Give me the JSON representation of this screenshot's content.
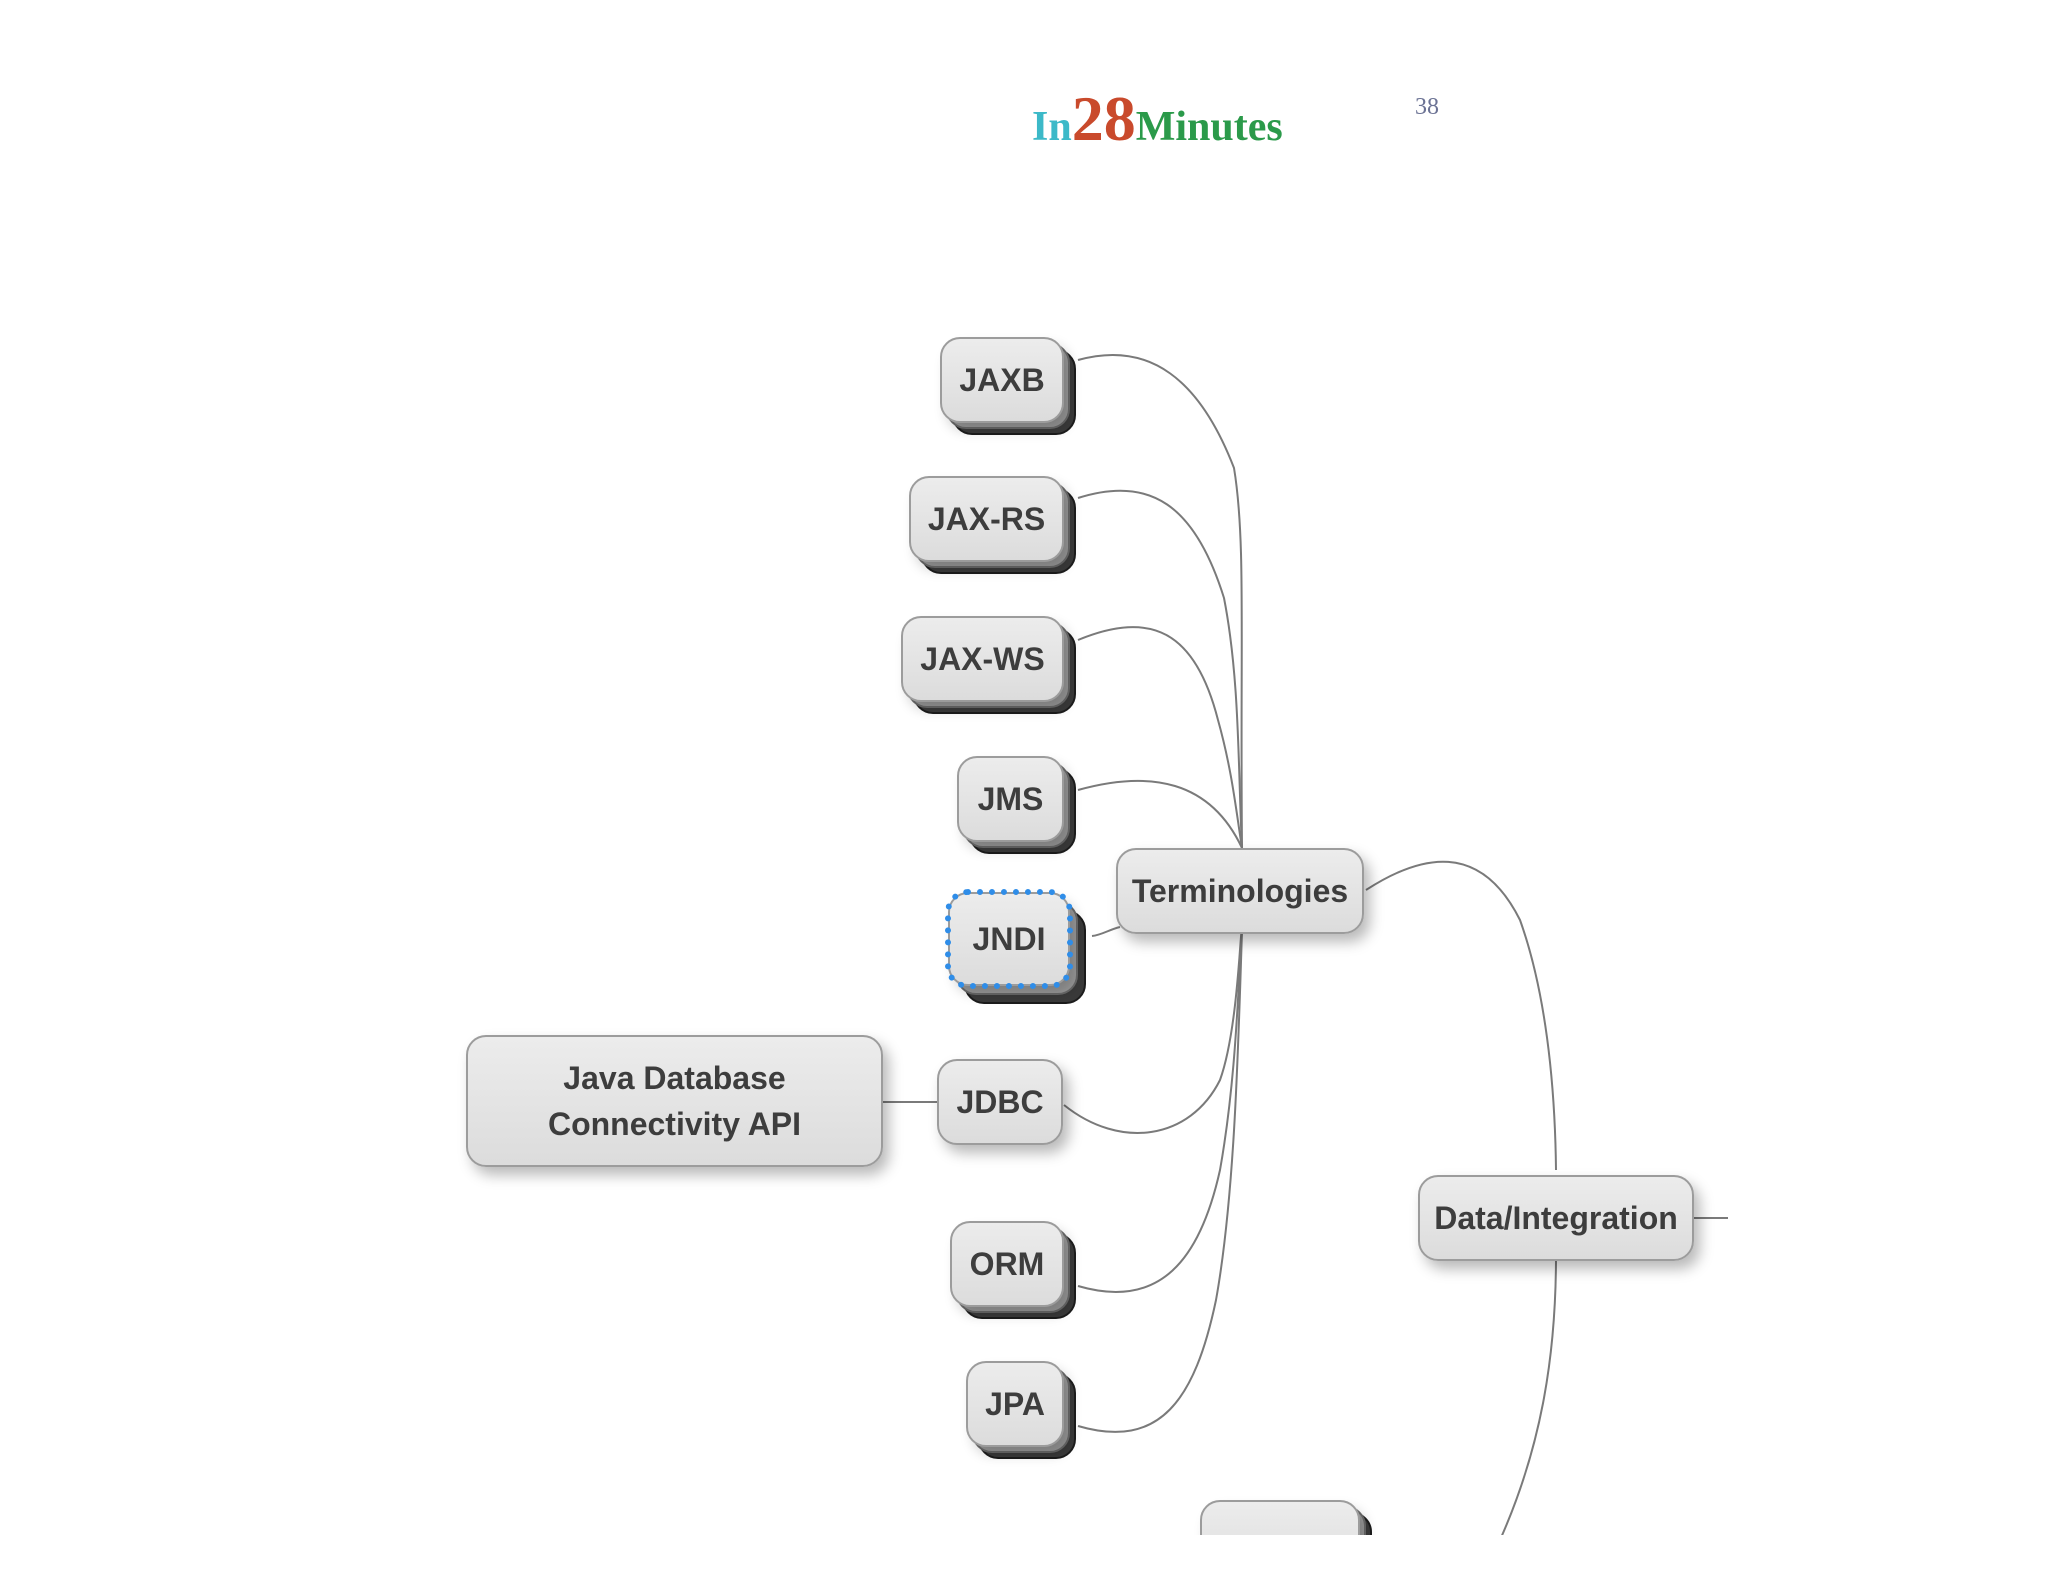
{
  "header": {
    "logo": {
      "part1": "In",
      "part2": "28",
      "part3": "Minutes"
    },
    "page_number": "38"
  },
  "colors": {
    "logo_in": "#3cb9c8",
    "logo_28": "#c94a2c",
    "logo_minutes": "#2b9a4a",
    "focus_outline": "#2f8de8",
    "connector": "#7a7a7a"
  },
  "mindmap": {
    "nodes": {
      "jaxb": "JAXB",
      "jax_rs": "JAX-RS",
      "jax_ws": "JAX-WS",
      "jms": "JMS",
      "jndi": "JNDI",
      "jdbc": "JDBC",
      "orm": "ORM",
      "jpa": "JPA",
      "terminologies": "Terminologies",
      "data_integration": "Data/Integration",
      "jdbc_note_line1": "Java Database",
      "jdbc_note_line2": "Connectivity API"
    },
    "focused_node": "JNDI"
  }
}
